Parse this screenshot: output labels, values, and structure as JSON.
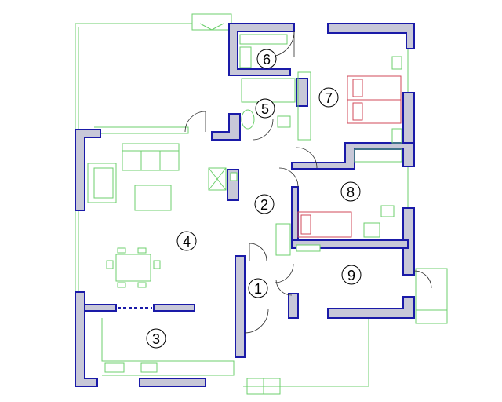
{
  "rooms": [
    {
      "id": "1",
      "label": "1"
    },
    {
      "id": "2",
      "label": "2"
    },
    {
      "id": "3",
      "label": "3"
    },
    {
      "id": "4",
      "label": "4"
    },
    {
      "id": "5",
      "label": "5"
    },
    {
      "id": "6",
      "label": "6"
    },
    {
      "id": "7",
      "label": "7"
    },
    {
      "id": "8",
      "label": "8"
    },
    {
      "id": "9",
      "label": "9"
    }
  ],
  "colors": {
    "wall_fill": "#c8c8d8",
    "wall_stroke": "#1a1aa8",
    "furniture": "#6ccf6c",
    "beds": "#d04a5a"
  }
}
